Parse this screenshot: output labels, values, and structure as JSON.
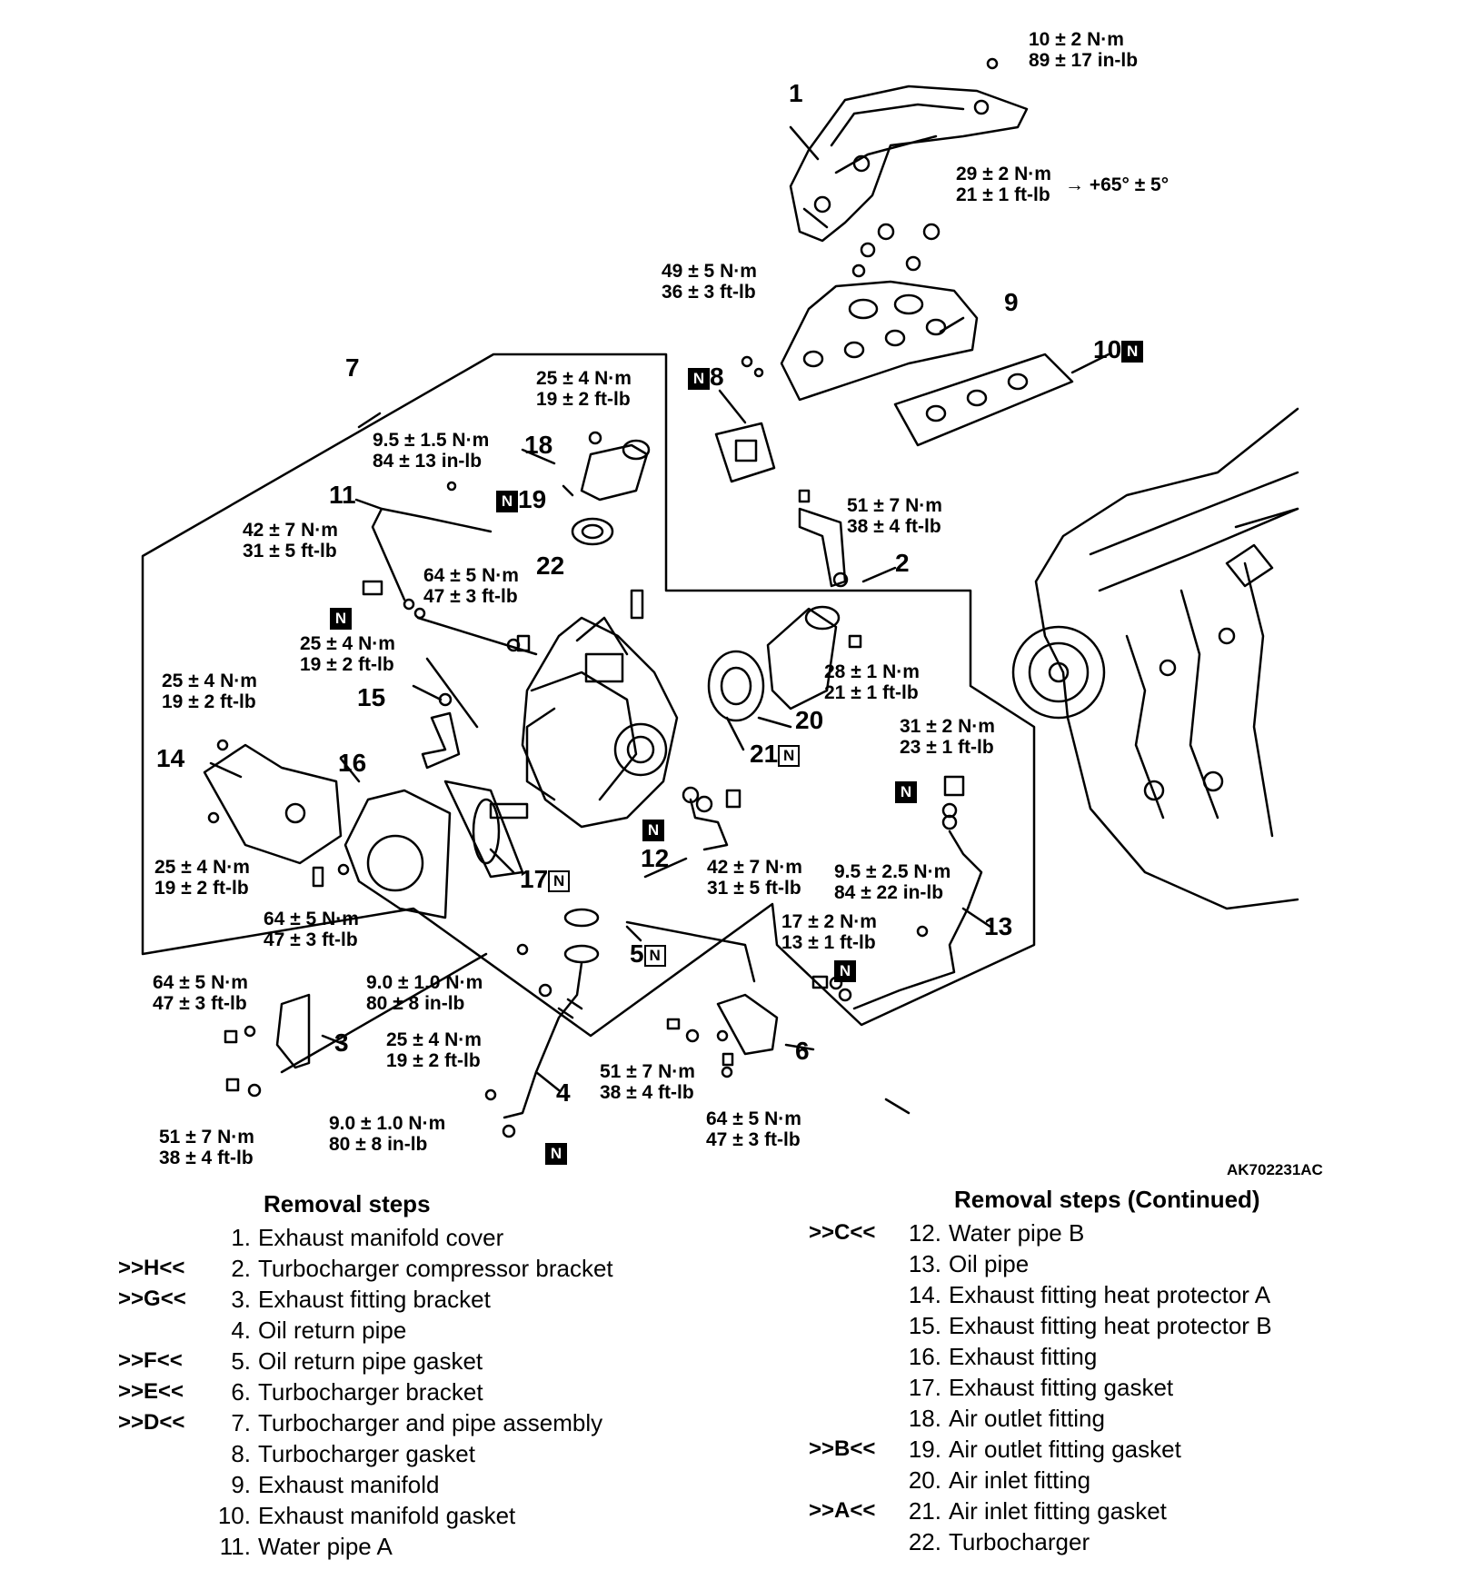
{
  "figure_code": "AK702231AC",
  "callouts": {
    "c1": "1",
    "c2": "2",
    "c3": "3",
    "c4": "4",
    "c5": "5",
    "c6": "6",
    "c7": "7",
    "c8": "8",
    "c9": "9",
    "c10": "10",
    "c11": "11",
    "c12": "12",
    "c13": "13",
    "c14": "14",
    "c15": "15",
    "c16": "16",
    "c17": "17",
    "c18": "18",
    "c19": "19",
    "c20": "20",
    "c21": "21",
    "c22": "22",
    "n_mark": "N"
  },
  "torques": {
    "t1": [
      "10 ± 2 N·m",
      "89 ± 17 in-lb"
    ],
    "t2": [
      "29 ± 2 N·m",
      "21 ± 1 ft-lb"
    ],
    "t2_angle": "→ +65° ± 5°",
    "t3": [
      "49 ± 5 N·m",
      "36 ± 3 ft-lb"
    ],
    "t4": [
      "25 ± 4 N·m",
      "19 ± 2 ft-lb"
    ],
    "t5": [
      "9.5 ± 1.5 N·m",
      "84 ± 13 in-lb"
    ],
    "t6": [
      "42 ± 7 N·m",
      "31 ± 5 ft-lb"
    ],
    "t7": [
      "51 ± 7 N·m",
      "38 ± 4 ft-lb"
    ],
    "t8": [
      "64 ± 5 N·m",
      "47 ± 3 ft-lb"
    ],
    "t9": [
      "25 ± 4 N·m",
      "19 ± 2 ft-lb"
    ],
    "t10": [
      "28 ± 1 N·m",
      "21 ± 1 ft-lb"
    ],
    "t11": [
      "25 ± 4 N·m",
      "19 ± 2 ft-lb"
    ],
    "t12": [
      "31 ± 2 N·m",
      "23 ± 1 ft-lb"
    ],
    "t13": [
      "25 ± 4 N·m",
      "19 ± 2 ft-lb"
    ],
    "t14": [
      "42 ± 7 N·m",
      "31 ± 5 ft-lb"
    ],
    "t15": [
      "9.5 ± 2.5 N·m",
      "84 ± 22 in-lb"
    ],
    "t16": [
      "64 ± 5 N·m",
      "47 ± 3 ft-lb"
    ],
    "t17": [
      "17 ± 2 N·m",
      "13 ± 1 ft-lb"
    ],
    "t18": [
      "64 ± 5 N·m",
      "47 ± 3 ft-lb"
    ],
    "t19": [
      "9.0 ± 1.0 N·m",
      "80 ± 8 in-lb"
    ],
    "t20": [
      "25 ± 4 N·m",
      "19 ± 2 ft-lb"
    ],
    "t21": [
      "51 ± 7 N·m",
      "38 ± 4 ft-lb"
    ],
    "t22": [
      "9.0 ± 1.0 N·m",
      "80 ± 8 in-lb"
    ],
    "t23": [
      "64 ± 5 N·m",
      "47 ± 3 ft-lb"
    ],
    "t24": [
      "51 ± 7 N·m",
      "38 ± 4 ft-lb"
    ]
  },
  "removal_steps": {
    "title": "Removal steps",
    "title_continued": "Removal steps (Continued)",
    "items": [
      {
        "ref": "",
        "num": "1.",
        "text": "Exhaust manifold cover"
      },
      {
        "ref": ">>H<<",
        "num": "2.",
        "text": "Turbocharger compressor bracket"
      },
      {
        "ref": ">>G<<",
        "num": "3.",
        "text": "Exhaust fitting bracket"
      },
      {
        "ref": "",
        "num": "4.",
        "text": "Oil return pipe"
      },
      {
        "ref": ">>F<<",
        "num": "5.",
        "text": "Oil return pipe gasket"
      },
      {
        "ref": ">>E<<",
        "num": "6.",
        "text": "Turbocharger bracket"
      },
      {
        "ref": ">>D<<",
        "num": "7.",
        "text": "Turbocharger and pipe assembly"
      },
      {
        "ref": "",
        "num": "8.",
        "text": "Turbocharger gasket"
      },
      {
        "ref": "",
        "num": "9.",
        "text": "Exhaust manifold"
      },
      {
        "ref": "",
        "num": "10.",
        "text": "Exhaust manifold gasket"
      },
      {
        "ref": "",
        "num": "11.",
        "text": "Water pipe A"
      },
      {
        "ref": ">>C<<",
        "num": "12.",
        "text": "Water pipe B"
      },
      {
        "ref": "",
        "num": "13.",
        "text": "Oil pipe"
      },
      {
        "ref": "",
        "num": "14.",
        "text": "Exhaust fitting heat protector A"
      },
      {
        "ref": "",
        "num": "15.",
        "text": "Exhaust fitting heat protector B"
      },
      {
        "ref": "",
        "num": "16.",
        "text": "Exhaust fitting"
      },
      {
        "ref": "",
        "num": "17.",
        "text": "Exhaust fitting gasket"
      },
      {
        "ref": "",
        "num": "18.",
        "text": "Air outlet fitting"
      },
      {
        "ref": ">>B<<",
        "num": "19.",
        "text": "Air outlet fitting gasket"
      },
      {
        "ref": "",
        "num": "20.",
        "text": "Air inlet fitting"
      },
      {
        "ref": ">>A<<",
        "num": "21.",
        "text": "Air inlet fitting gasket"
      },
      {
        "ref": "",
        "num": "22.",
        "text": "Turbocharger"
      }
    ]
  }
}
